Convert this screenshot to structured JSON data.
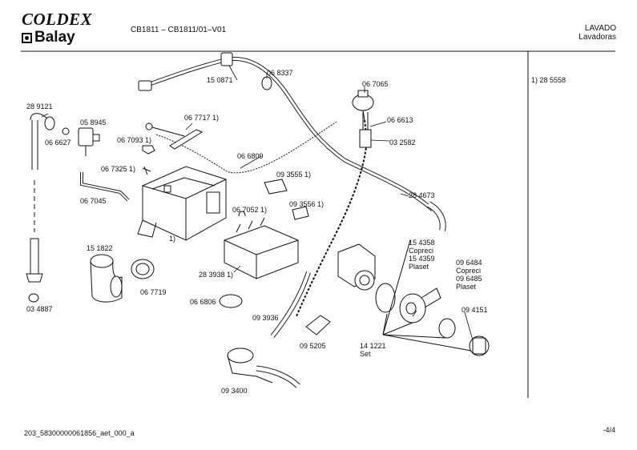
{
  "header": {
    "brand_top": "COLDEX",
    "brand_bottom": "Balay",
    "model": "CB1811 – CB1811/01–V01",
    "category": "LAVADO",
    "subcategory": "Lavadoras"
  },
  "side_note": "1)  28 5558",
  "footer": {
    "doc_id": "203_58300000061856_aet_000_a",
    "page": "-4/4"
  },
  "parts": [
    {
      "id": "p1",
      "text": "28  9121"
    },
    {
      "id": "p2",
      "text": "05 8945"
    },
    {
      "id": "p3",
      "text": "06 6627"
    },
    {
      "id": "p4",
      "text": "06 7093 1)"
    },
    {
      "id": "p5",
      "text": "06 7717 1)"
    },
    {
      "id": "p6",
      "text": "15 0871"
    },
    {
      "id": "p7",
      "text": "06 8337"
    },
    {
      "id": "p8",
      "text": "06 7065"
    },
    {
      "id": "p9",
      "text": "06 6613"
    },
    {
      "id": "p10",
      "text": "03 2582"
    },
    {
      "id": "p11",
      "text": "06 6809"
    },
    {
      "id": "p12",
      "text": "06 7325 1)"
    },
    {
      "id": "p13",
      "text": "09 3555 1)"
    },
    {
      "id": "p14",
      "text": "06 7045"
    },
    {
      "id": "p15",
      "text": "28 4673"
    },
    {
      "id": "p16",
      "text": "09 3556 1)"
    },
    {
      "id": "p17",
      "text": "06 7052 1)"
    },
    {
      "id": "p18",
      "text": "1)"
    },
    {
      "id": "p19",
      "text": "15 1822"
    },
    {
      "id": "p20",
      "text": "06 7719"
    },
    {
      "id": "p21",
      "text": "28 3938 1)"
    },
    {
      "id": "p22",
      "text": "06 6806"
    },
    {
      "id": "p23",
      "text": "03 4887"
    },
    {
      "id": "p24",
      "text": "09 3936"
    },
    {
      "id": "p25",
      "text": "09 5205"
    },
    {
      "id": "p26",
      "text": "09 3400"
    },
    {
      "id": "p27",
      "text": "15 4358\nCopreci\n15 4359\nPlaset"
    },
    {
      "id": "p28",
      "text": "09 6484\nCopreci\n09 6485\nPlaset"
    },
    {
      "id": "p29",
      "text": "09 4151"
    },
    {
      "id": "p30",
      "text": "14 1221\nSet"
    }
  ]
}
